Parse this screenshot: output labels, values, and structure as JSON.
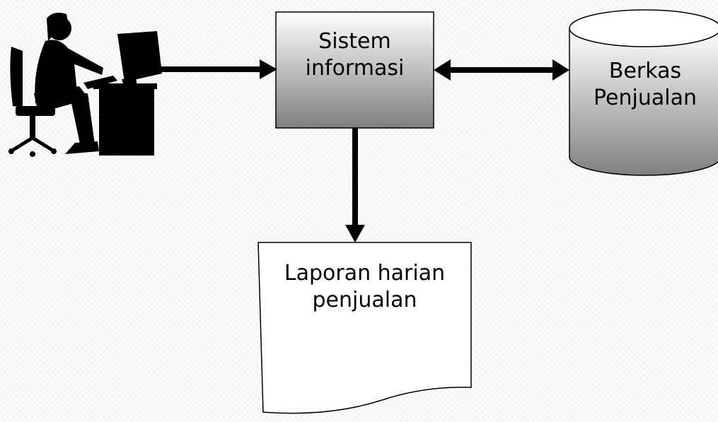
{
  "diagram": {
    "nodes": {
      "user": {
        "icon": "user-at-computer-icon"
      },
      "system": {
        "line1": "Sistem",
        "line2": "informasi"
      },
      "database": {
        "line1": "Berkas",
        "line2": "Penjualan"
      },
      "report": {
        "line1": "Laporan harian",
        "line2": "penjualan"
      }
    },
    "edges": [
      {
        "from": "user",
        "to": "system",
        "direction": "forward"
      },
      {
        "from": "system",
        "to": "database",
        "direction": "both"
      },
      {
        "from": "system",
        "to": "report",
        "direction": "forward"
      }
    ],
    "colors": {
      "box_gradient_top": "#ffffff",
      "box_gradient_bottom": "#7f7f7f",
      "stroke": "#000000",
      "background": "#fbfbfb"
    }
  }
}
